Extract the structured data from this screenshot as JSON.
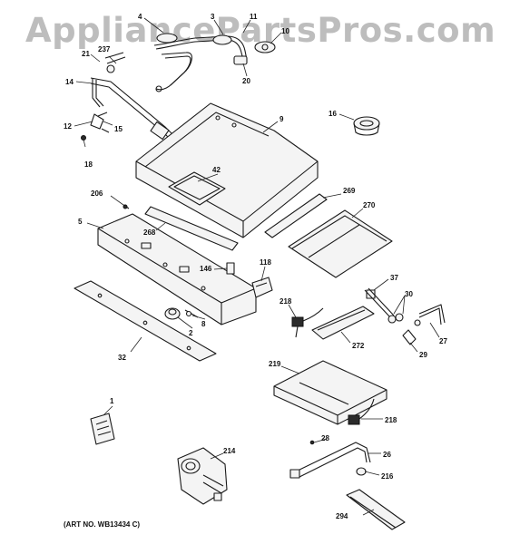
{
  "watermark": "AppliancePartsPros.com",
  "art_number": "(ART NO. WB13434 C)",
  "callouts": [
    {
      "id": "1",
      "label": "1"
    },
    {
      "id": "2",
      "label": "2"
    },
    {
      "id": "3",
      "label": "3"
    },
    {
      "id": "4",
      "label": "4"
    },
    {
      "id": "5",
      "label": "5"
    },
    {
      "id": "8",
      "label": "8"
    },
    {
      "id": "9",
      "label": "9"
    },
    {
      "id": "10",
      "label": "10"
    },
    {
      "id": "11",
      "label": "11"
    },
    {
      "id": "12",
      "label": "12"
    },
    {
      "id": "14",
      "label": "14"
    },
    {
      "id": "15",
      "label": "15"
    },
    {
      "id": "16",
      "label": "16"
    },
    {
      "id": "18",
      "label": "18"
    },
    {
      "id": "20",
      "label": "20"
    },
    {
      "id": "21",
      "label": "21"
    },
    {
      "id": "26",
      "label": "26"
    },
    {
      "id": "27",
      "label": "27"
    },
    {
      "id": "28",
      "label": "28"
    },
    {
      "id": "29",
      "label": "29"
    },
    {
      "id": "30",
      "label": "30"
    },
    {
      "id": "32",
      "label": "32"
    },
    {
      "id": "37",
      "label": "37"
    },
    {
      "id": "42",
      "label": "42"
    },
    {
      "id": "118",
      "label": "118"
    },
    {
      "id": "146",
      "label": "146"
    },
    {
      "id": "206",
      "label": "206"
    },
    {
      "id": "214",
      "label": "214"
    },
    {
      "id": "216",
      "label": "216"
    },
    {
      "id": "218a",
      "label": "218"
    },
    {
      "id": "218b",
      "label": "218"
    },
    {
      "id": "219",
      "label": "219"
    },
    {
      "id": "237",
      "label": "237"
    },
    {
      "id": "268",
      "label": "268"
    },
    {
      "id": "269",
      "label": "269"
    },
    {
      "id": "270",
      "label": "270"
    },
    {
      "id": "272",
      "label": "272"
    },
    {
      "id": "294",
      "label": "294"
    }
  ]
}
